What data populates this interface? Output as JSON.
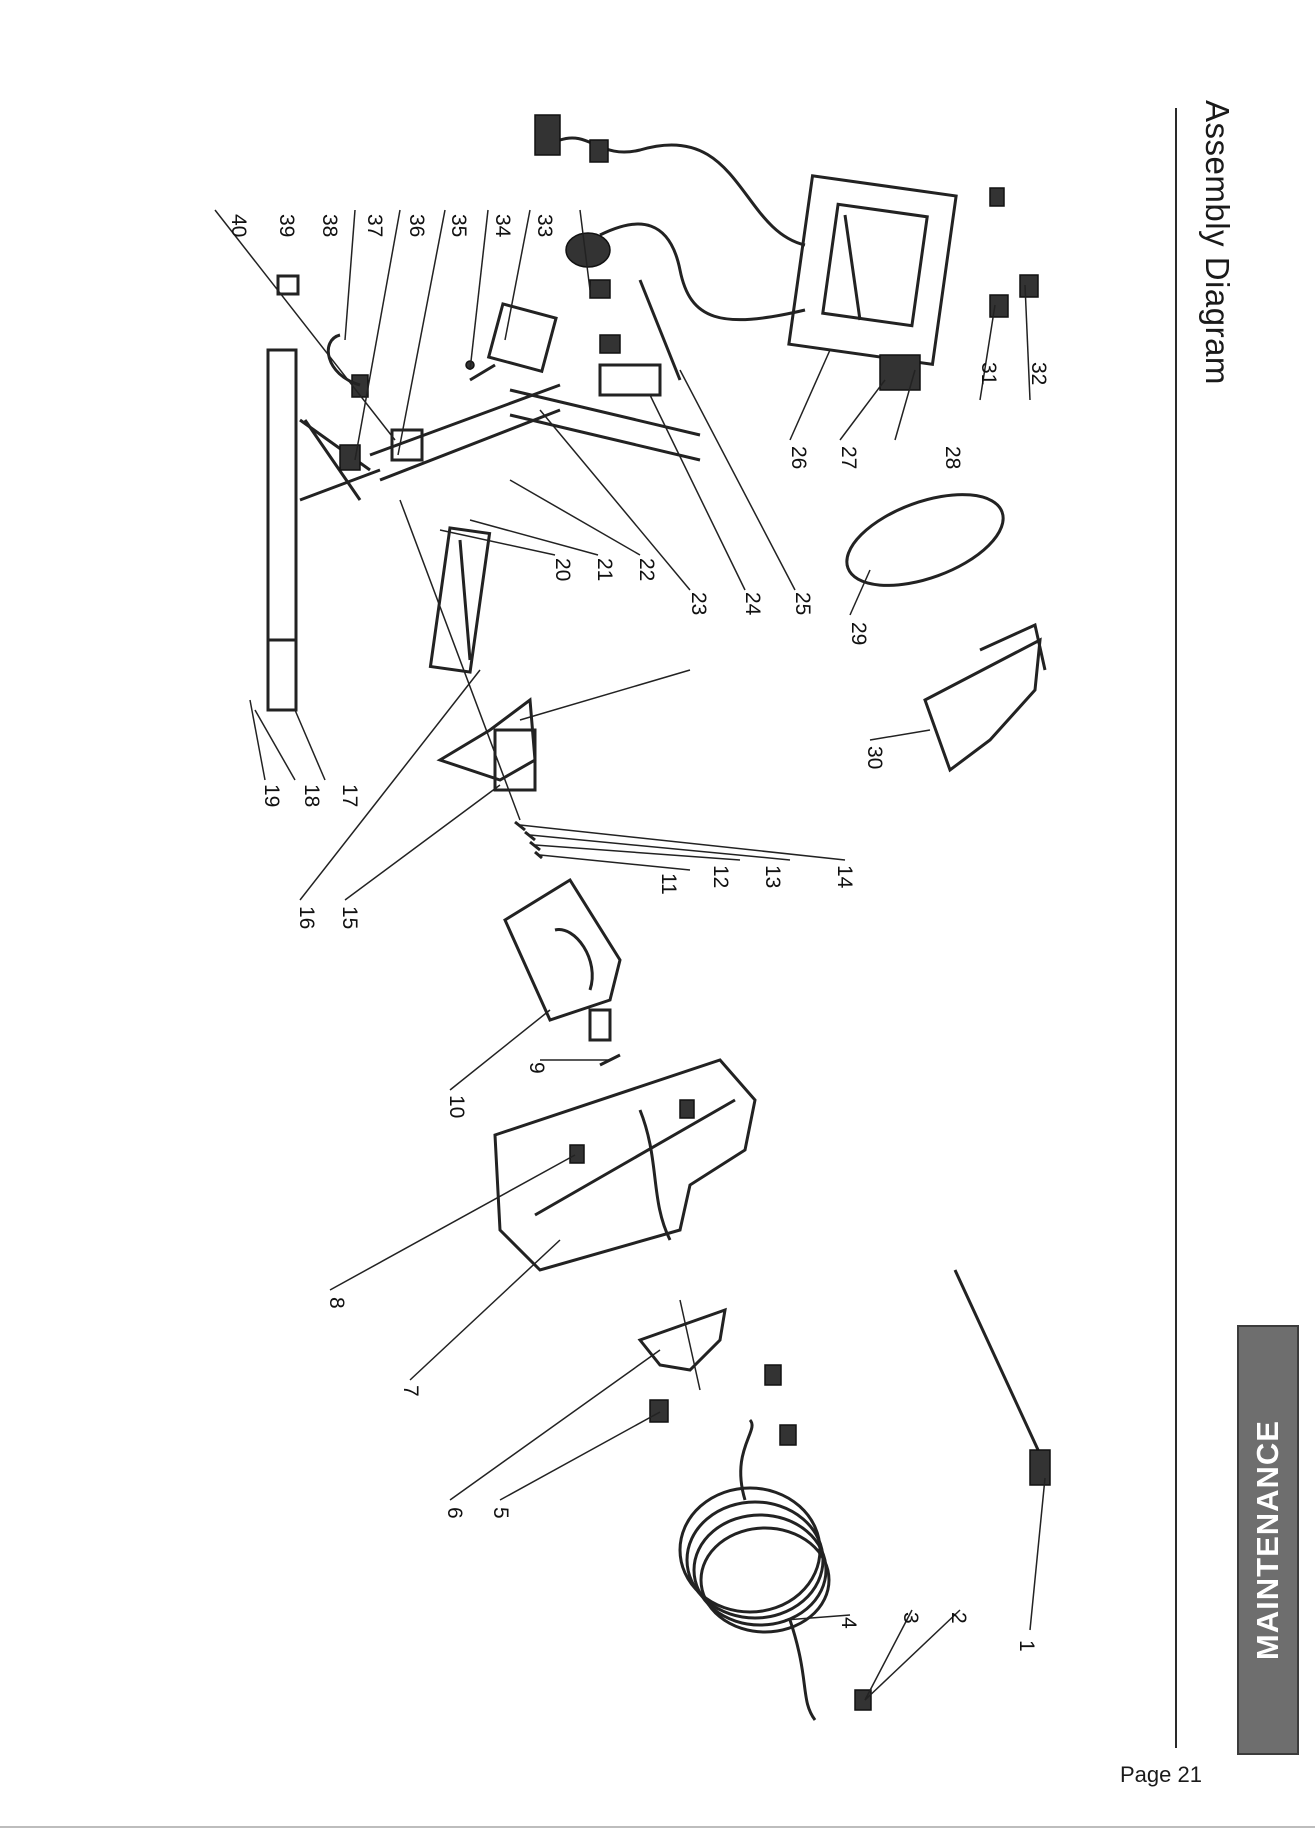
{
  "header": {
    "title": "Assembly Diagram"
  },
  "section": {
    "label": "MAINTENANCE"
  },
  "footer": {
    "page": "Page 21"
  },
  "callouts": [
    "1",
    "2",
    "3",
    "4",
    "5",
    "6",
    "7",
    "8",
    "9",
    "10",
    "11",
    "12",
    "13",
    "14",
    "15",
    "16",
    "17",
    "18",
    "19",
    "20",
    "21",
    "22",
    "23",
    "24",
    "25",
    "26",
    "27",
    "28",
    "29",
    "30",
    "31",
    "32",
    "33",
    "34",
    "35",
    "36",
    "37",
    "38",
    "39",
    "40"
  ]
}
